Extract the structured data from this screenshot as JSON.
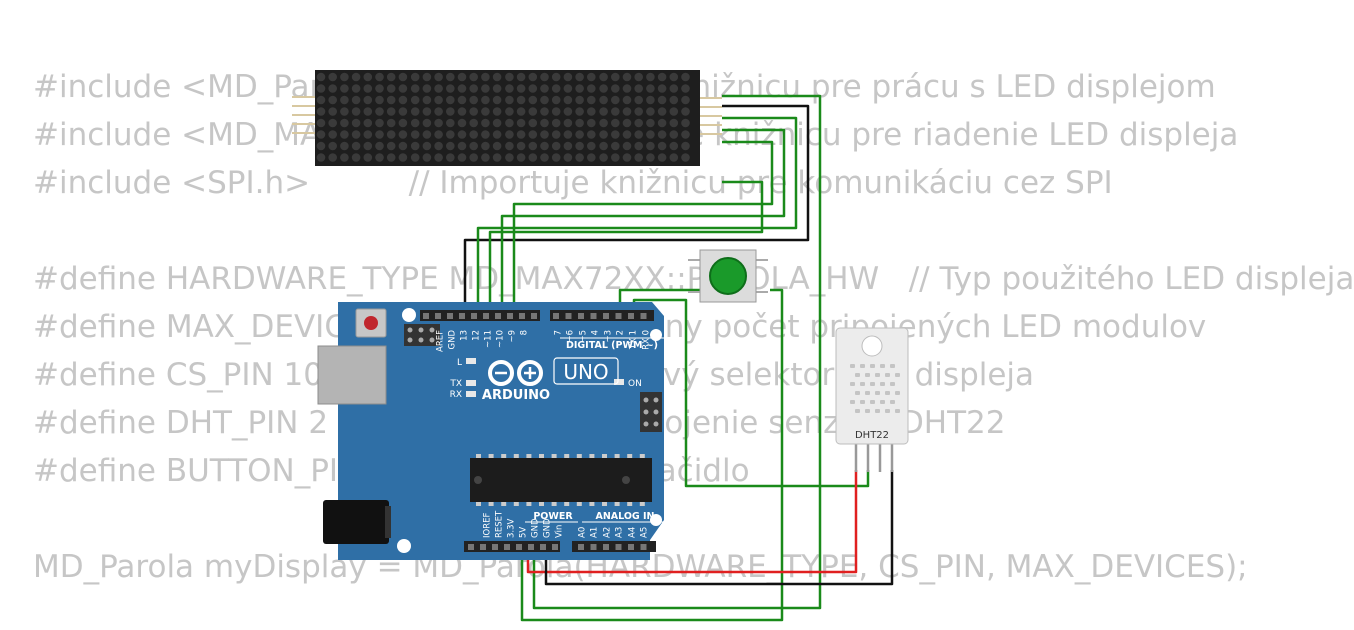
{
  "code_lines": [
    "#include <MD_Parola.h>      // Importuje knižnicu pre prácu s LED displejom",
    "#include <MD_MAX72xx.h>     // Importuje knižnicu pre riadenie LED displeja",
    "#include <SPI.h>          // Importuje knižnicu pre komunikáciu cez SPI",
    "",
    "#define HARDWARE_TYPE MD_MAX72XX::PAROLA_HW   // Typ použitého LED displeja",
    "#define MAX_DEVICES 4         // Maximálny počet pripojených LED modulov",
    "#define CS_PIN 10             // Pin pre čipový selektor LED displeja",
    "#define DHT_PIN 2             // Pin pre pripojenie senzora DHT22",
    "#define BUTTON_PIN 3          // Pin pre tlačidlo",
    "",
    "MD_Parola myDisplay = MD_Parola(HARDWARE_TYPE, CS_PIN, MAX_DEVICES);"
  ],
  "board": {
    "brand": "ARDUINO",
    "model": "UNO",
    "digital_header": "DIGITAL (PWM ~)",
    "power_header": "POWER",
    "analog_header": "ANALOG IN",
    "led_l": "L",
    "led_tx": "TX",
    "led_rx": "RX",
    "led_on": "ON",
    "top_pins": [
      "AREF",
      "GND",
      "13",
      "12",
      "~11",
      "~10",
      "~9",
      "8",
      "7",
      "~6",
      "~5",
      "4",
      "~3",
      "2",
      "TX 1",
      "RX 0"
    ],
    "power_pins": [
      "IOREF",
      "RESET",
      "3.3V",
      "5V",
      "GND",
      "GND",
      "Vin"
    ],
    "analog_pins": [
      "A0",
      "A1",
      "A2",
      "A3",
      "A4",
      "A5"
    ]
  },
  "sensor": {
    "label": "DHT22"
  },
  "colors": {
    "board": "#2f6fa6",
    "board_dark": "#24598a",
    "wire_green": "#1a8a1a",
    "wire_black": "#111111",
    "wire_red": "#e02020",
    "matrix": "#1e1e1e",
    "code_text": "#c6c6c6"
  }
}
